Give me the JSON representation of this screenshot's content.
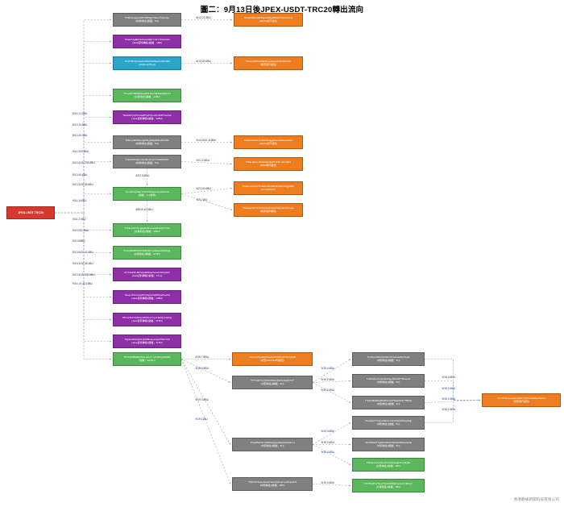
{
  "page": {
    "title": "圖二：9月13日後JPEX-USDT-TRC20轉出流向",
    "footer": "香港數據新聞科技有限公司",
    "colors": {
      "root": "#D63A2E",
      "gray": "#808080",
      "orange": "#ED7D1F",
      "green": "#5BB75B",
      "purple": "#8E2FA8",
      "blue": "#2BA6CB",
      "edge": "#9AA4B0",
      "edge_label": "#1F3864",
      "background": "#FFFFFF"
    }
  },
  "root": {
    "address": "JPEX-USDT-TRC20",
    "note": ""
  },
  "nodes": [
    {
      "id": "n1",
      "address": "TH8rGvUgpqvW87cB6Qj1Y6ieeThAwU1p",
      "note": "(中間地址)(歸屬：8U)"
    },
    {
      "id": "n2",
      "address": "TS4sUUyjMkJdofAwqVjEFY1GYTtACswiG",
      "note": "(Java資料轉帳)(歸屬：1BU)"
    },
    {
      "id": "n3",
      "address": "TDVtTfPUjJetzkdxVSGP3AS9pG1hDFW8i",
      "note": "(UnknownHost)"
    },
    {
      "id": "n4",
      "address": "TCxgXKH6P8MXnoMF1XN CJkZ1kAaRavH",
      "note": "(交易地址)(歸屬：4t BU)"
    },
    {
      "id": "n5",
      "address": "TEsRdtVjYq5XUAVaHqLKXpuzK1dnR72uZwn",
      "note": "(Java資料轉帳)(歸屬：12BU)"
    },
    {
      "id": "n6",
      "address": "TDEvruSbWGrutgfVRyMdiQFkDsdDVdM",
      "note": "(中間地址)(歸屬：6U)"
    },
    {
      "id": "n7",
      "address": "TJaXVPtKGkYmK4Rer1G2Y77fa6RrPDz",
      "note": "(中間地址)(歸屬：5U)"
    },
    {
      "id": "n8",
      "address": "TLGrkHcQWkuYFQ7cVkSysv1LuMuYtxG",
      "note": "(歸屬：1+3資料)"
    },
    {
      "id": "n9",
      "address": "TVNkuoXGYLqgrqkbjbUvnsqkSnFphYzQb",
      "note": "(交易地址)(歸屬：11BU)"
    },
    {
      "id": "n10",
      "address": "TXGQjSkMHK6OGkBJSKCyzkEupVAsNAgL",
      "note": "(交易地址)(歸屬：44 BU)"
    },
    {
      "id": "n11",
      "address": "TsYb1wDFUEPszQZMkkwVeruZsXFbaXpF",
      "note": "(Java資料轉帳)(歸屬：47t a)"
    },
    {
      "id": "n12",
      "address": "TzkvpJTZvvvcpvHhnXijxVzSWDKpdVucbN",
      "note": "(Java資料轉帳)(歸屬：14BU)"
    },
    {
      "id": "n13",
      "address": "TBTvdTsdYoM4Cp3DSDnvYxsxJJEPqUsbdrQr",
      "note": "(Java資料轉帳)(歸屬：M BU)"
    },
    {
      "id": "n14",
      "address": "TQj1kxZKKqk34.4FM6hseeUqAsHWCX29",
      "note": "(Java資料轉帳)(歸屬：1t BU)"
    },
    {
      "id": "n15",
      "address": "TRVQ5dBN8ZLHGiLdssyT nyhzBcQsW8AD",
      "note": "(歸屬：22t BU)"
    },
    {
      "id": "o1",
      "address": "TKGkHdHcGMHRgdCMbykRRaZ7RwiYwom1",
      "note": "(MEXC用戶錢包)"
    },
    {
      "id": "o2",
      "address": "THsGJ3RPhGSRtHLexSGAsTuDMzZVSK",
      "note": "(幣安用戶錢包)"
    },
    {
      "id": "o3",
      "address": "TFZwCGSGL7mAhrWhQggTuevnSAueGvdxn",
      "note": "(MEXC用戶錢包)"
    },
    {
      "id": "o4",
      "address": "TH4bJohLLJ9rwRnEcbte7FYFHm1Pyr6nS",
      "note": "(OKX用戶錢包)"
    },
    {
      "id": "o5",
      "address": "TCE1nvnFsbCTLGRKsrknpSKNbdaYGVQgd9kn",
      "note": "(ZYCNPERT)"
    },
    {
      "id": "o6",
      "address": "TNGkpu3DT1LRDVGsbJFinAKrSEX1iKNPGuen",
      "note": "(幣安用戶錢包)"
    },
    {
      "id": "m1",
      "address": "TCUcUtYqp4RKOseSAHVWFloRhXzzQQiB",
      "note": "(幣安atFicziEE利錢包)"
    },
    {
      "id": "m2",
      "address": "TTTG3rtTrruYjSAtURtwnNGSGkppGTJY",
      "note": "(中間地址)(歸屬：6U)"
    },
    {
      "id": "m3",
      "address": "TVkp8SEXGYeZtWvdngqnE3gSdVwhkJ.4",
      "note": "(中間地址)(歸屬：9U)"
    },
    {
      "id": "m4",
      "address": "TSDVKX1QnyTemxTtwrKqVDsarVy2SNpUFS",
      "note": "(中間地址)(歸屬：1BU)"
    },
    {
      "id": "r1",
      "address": "TGXmvCDbn3JsUkmHmsiCasWLTGq9t",
      "note": "(中間地址)(歸屬：3U)"
    },
    {
      "id": "r2",
      "address": "TLWtSAvvVxvbufsGNqyz6GTaPT.8LqnInt",
      "note": "(中間地址)(歸屬：5U)"
    },
    {
      "id": "r3",
      "address": "TTsqFdZGDsvBzbDSuALPTAsjrGNLrTB2vE",
      "note": "(中間地址)(歸屬：3U)"
    },
    {
      "id": "r4",
      "address": "TAvVeArVYGGrVZE1rLYdnvhQb4OHwyDqp",
      "note": "(中間地址)(歸屬：5U)"
    },
    {
      "id": "r5",
      "address": "TELXB2GXTqGDzrMVdnTEGFDWhGdamE",
      "note": "(中間地址)(歸屬：5U)"
    },
    {
      "id": "r6",
      "address": "TWfqJuvVUvdhvd7hudGkwAjjz1Hy5ZyBs",
      "note": "(交易地址)(歸屬：3BU)"
    },
    {
      "id": "r7",
      "address": "TJKHFyRGvTwuzYfpG4RRQLFedeehJ4R1yC",
      "note": "(交易地址)(歸屬：4BU)"
    },
    {
      "id": "f1",
      "address": "TGYRYFmvupqG1rQEF7QHG tGBBqfVbGn1",
      "note": "(幣安用戶錢包)"
    }
  ],
  "edges": [
    {
      "from": "root",
      "to": "n1",
      "label": "8/14 21.8BU"
    },
    {
      "from": "root",
      "to": "n2",
      "label": "8/13 20.6BU"
    },
    {
      "from": "root",
      "to": "n3",
      "label": "8/13 20.6BU"
    },
    {
      "from": "root",
      "to": "n4",
      "label": "9/14  253.6BU"
    },
    {
      "from": "root",
      "to": "n5",
      "label": "8/13-9/15 194.6BU"
    },
    {
      "from": "root",
      "to": "n6",
      "label": "8/13 40.6BU"
    },
    {
      "from": "root",
      "to": "n7",
      "label": "9/13-9/19 68.6BU"
    },
    {
      "from": "root",
      "to": "n8",
      "label": "9/14  140BU"
    },
    {
      "from": "root",
      "to": "n9",
      "label": "9/21  2.6BU"
    },
    {
      "from": "root",
      "to": "n10",
      "label": "9/19  251.6BU"
    },
    {
      "from": "root",
      "to": "n11",
      "label": "9/13 68BU"
    },
    {
      "from": "root",
      "to": "n12",
      "label": "8/13-9/22 47.6BU"
    },
    {
      "from": "root",
      "to": "n13",
      "label": "9/13-9/14 38.1BU"
    },
    {
      "from": "root",
      "to": "n14",
      "label": "9/13-9/19  332.6BU"
    },
    {
      "from": "root",
      "to": "n15",
      "label": "9/14-19 413.6BU"
    },
    {
      "from": "n1",
      "to": "o1",
      "label": "8/14 21.8BU"
    },
    {
      "from": "n3",
      "to": "o2",
      "label": "8/13 20.6BU"
    },
    {
      "from": "n6",
      "to": "o3",
      "label": "9/14-9/21 118BU"
    },
    {
      "from": "n7",
      "to": "o4",
      "label": "9/21 2.6BU"
    },
    {
      "from": "n8",
      "to": "o5",
      "label": "9/21 40.6BU"
    },
    {
      "from": "n8",
      "to": "o6",
      "label": "9/21 3BU"
    },
    {
      "from": "n7",
      "to": "n8",
      "label": "8/22  9.8BU"
    },
    {
      "from": "n8",
      "to": "n9",
      "label": "8/8/19 40.6BU"
    },
    {
      "from": "n15",
      "to": "m1",
      "label": "8/19  7.8BU"
    },
    {
      "from": "n15",
      "to": "m2",
      "label": "9/19  2.6BU"
    },
    {
      "from": "n15",
      "to": "m3",
      "label": "9/19  3.6BU"
    },
    {
      "from": "n15",
      "to": "m4",
      "label": "9/19  11BU"
    },
    {
      "from": "m2",
      "to": "r1",
      "label": "9/19  4.6BU"
    },
    {
      "from": "m2",
      "to": "r2",
      "label": "9/19  2.6BU"
    },
    {
      "from": "m2",
      "to": "r3",
      "label": "9/19  2.6BU"
    },
    {
      "from": "m3",
      "to": "r4",
      "label": "9/19  3.6BU"
    },
    {
      "from": "m3",
      "to": "r5",
      "label": "9/19  2.6BU"
    },
    {
      "from": "m3",
      "to": "r6",
      "label": "9/19  2.6BU"
    },
    {
      "from": "m4",
      "to": "r7",
      "label": "9/19  4.6BU"
    },
    {
      "from": "r1",
      "to": "f1",
      "label": "9/19  4.6BU"
    },
    {
      "from": "r2",
      "to": "f1",
      "label": "9/19  2.6BU"
    },
    {
      "from": "r3",
      "to": "f1",
      "label": "9/19  2.6BU"
    },
    {
      "from": "r4",
      "to": "f1",
      "label": "9/19  2.6BU"
    }
  ]
}
